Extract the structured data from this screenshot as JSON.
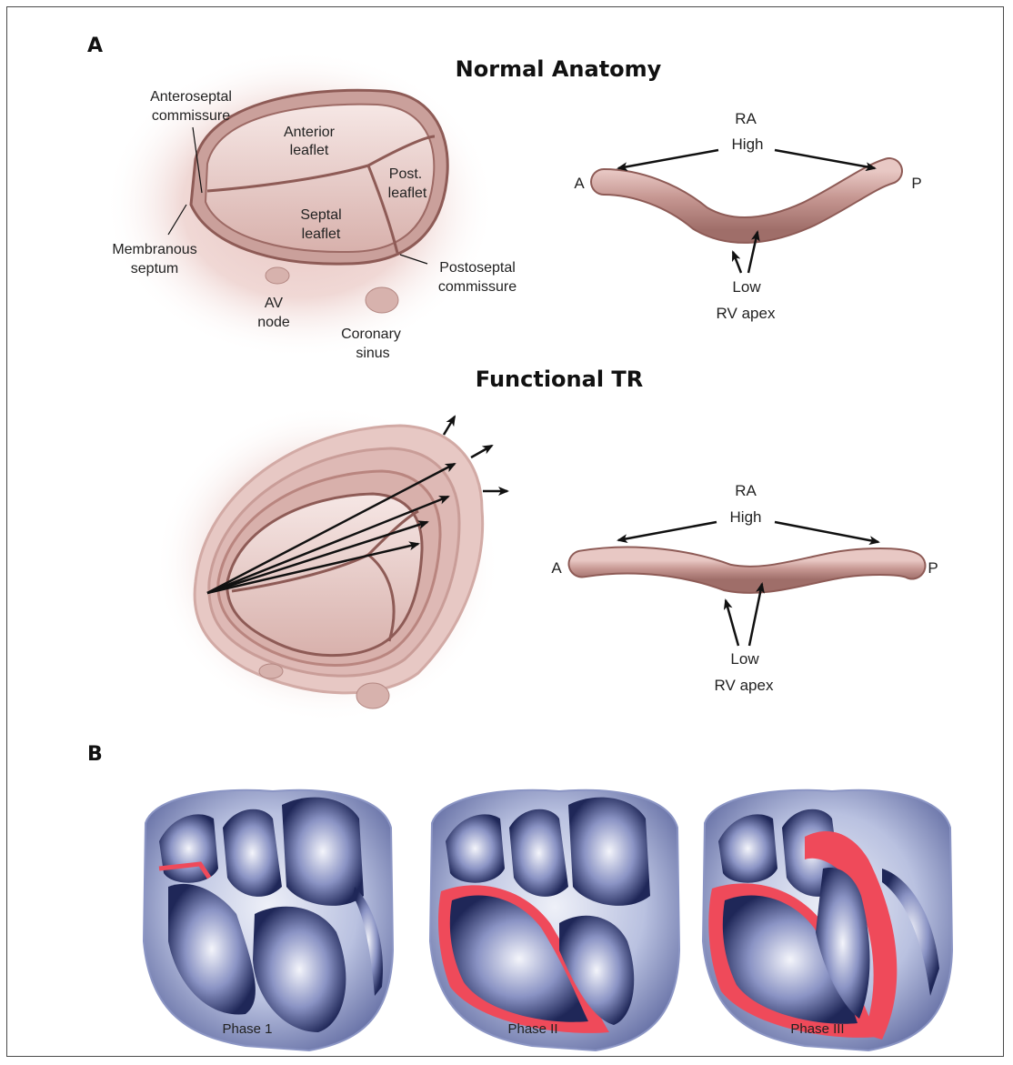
{
  "panel_a": {
    "letter": "A",
    "normal": {
      "title": "Normal Anatomy",
      "labels": {
        "anteroseptal_1": "Anteroseptal",
        "anteroseptal_2": "commissure",
        "anterior_1": "Anterior",
        "anterior_2": "leaflet",
        "post_1": "Post.",
        "post_2": "leaflet",
        "septal_1": "Septal",
        "septal_2": "leaflet",
        "membranous_1": "Membranous",
        "membranous_2": "septum",
        "postoseptal_1": "Postoseptal",
        "postoseptal_2": "commissure",
        "av_1": "AV",
        "av_2": "node",
        "coronary_1": "Coronary",
        "coronary_2": "sinus"
      },
      "profile": {
        "ra": "RA",
        "high": "High",
        "a": "A",
        "p": "P",
        "low": "Low",
        "apex": "RV apex"
      }
    },
    "functional": {
      "title": "Functional TR",
      "profile": {
        "ra": "RA",
        "high": "High",
        "a": "A",
        "p": "P",
        "low": "Low",
        "apex": "RV apex"
      }
    }
  },
  "panel_b": {
    "letter": "B",
    "phases": [
      "Phase 1",
      "Phase II",
      "Phase III"
    ]
  },
  "colors": {
    "tissue": "#d9b3ae",
    "tissue_dark": "#a36f69",
    "heart_blue": "#9aa6cf",
    "heart_dark": "#2d3568",
    "highlight_red": "#ef4a5a"
  }
}
